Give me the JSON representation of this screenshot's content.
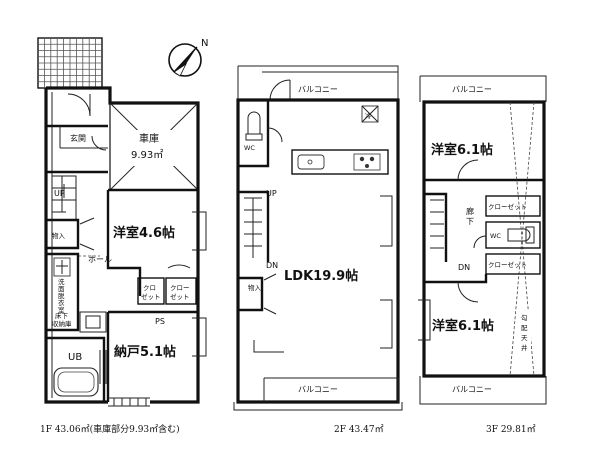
{
  "compass": {
    "north": "N"
  },
  "floor1": {
    "genkan": "玄関",
    "garage_name": "車庫",
    "garage_area": "9.93㎡",
    "up": "UP",
    "storage": "物入",
    "room": "洋室4.6帖",
    "hall": "ホール",
    "washroom": [
      "洗",
      "面",
      "脱",
      "衣",
      "室"
    ],
    "laundry_line1": "床下",
    "laundry_line2": "収納庫",
    "closet_a": [
      "クロ",
      "ゼット"
    ],
    "closet_b": [
      "クロー",
      "ゼット"
    ],
    "ps": "PS",
    "bath": "UB",
    "nando": "納戸5.1帖",
    "footer": "1F 43.06㎡(車庫部分9.93㎡含む)"
  },
  "floor2": {
    "balcony_top": "バルコニー",
    "wc": "WC",
    "fridge": "冷",
    "up": "UP",
    "dn": "DN",
    "storage": "物入",
    "ldk": "LDK19.9帖",
    "balcony_bottom": "バルコニー",
    "footer": "2F 43.47㎡"
  },
  "floor3": {
    "balcony_top": "バルコニー",
    "room_top": "洋室6.1帖",
    "hall": [
      "廊",
      "下"
    ],
    "closet_top": "クローゼット",
    "wc": "WC",
    "dn": "DN",
    "closet_bottom": "クローゼット",
    "room_bottom": "洋室6.1帖",
    "ceiling": [
      "勾",
      "配",
      "天",
      "井"
    ],
    "balcony_bottom": "バルコニー",
    "footer": "3F 29.81㎡"
  }
}
